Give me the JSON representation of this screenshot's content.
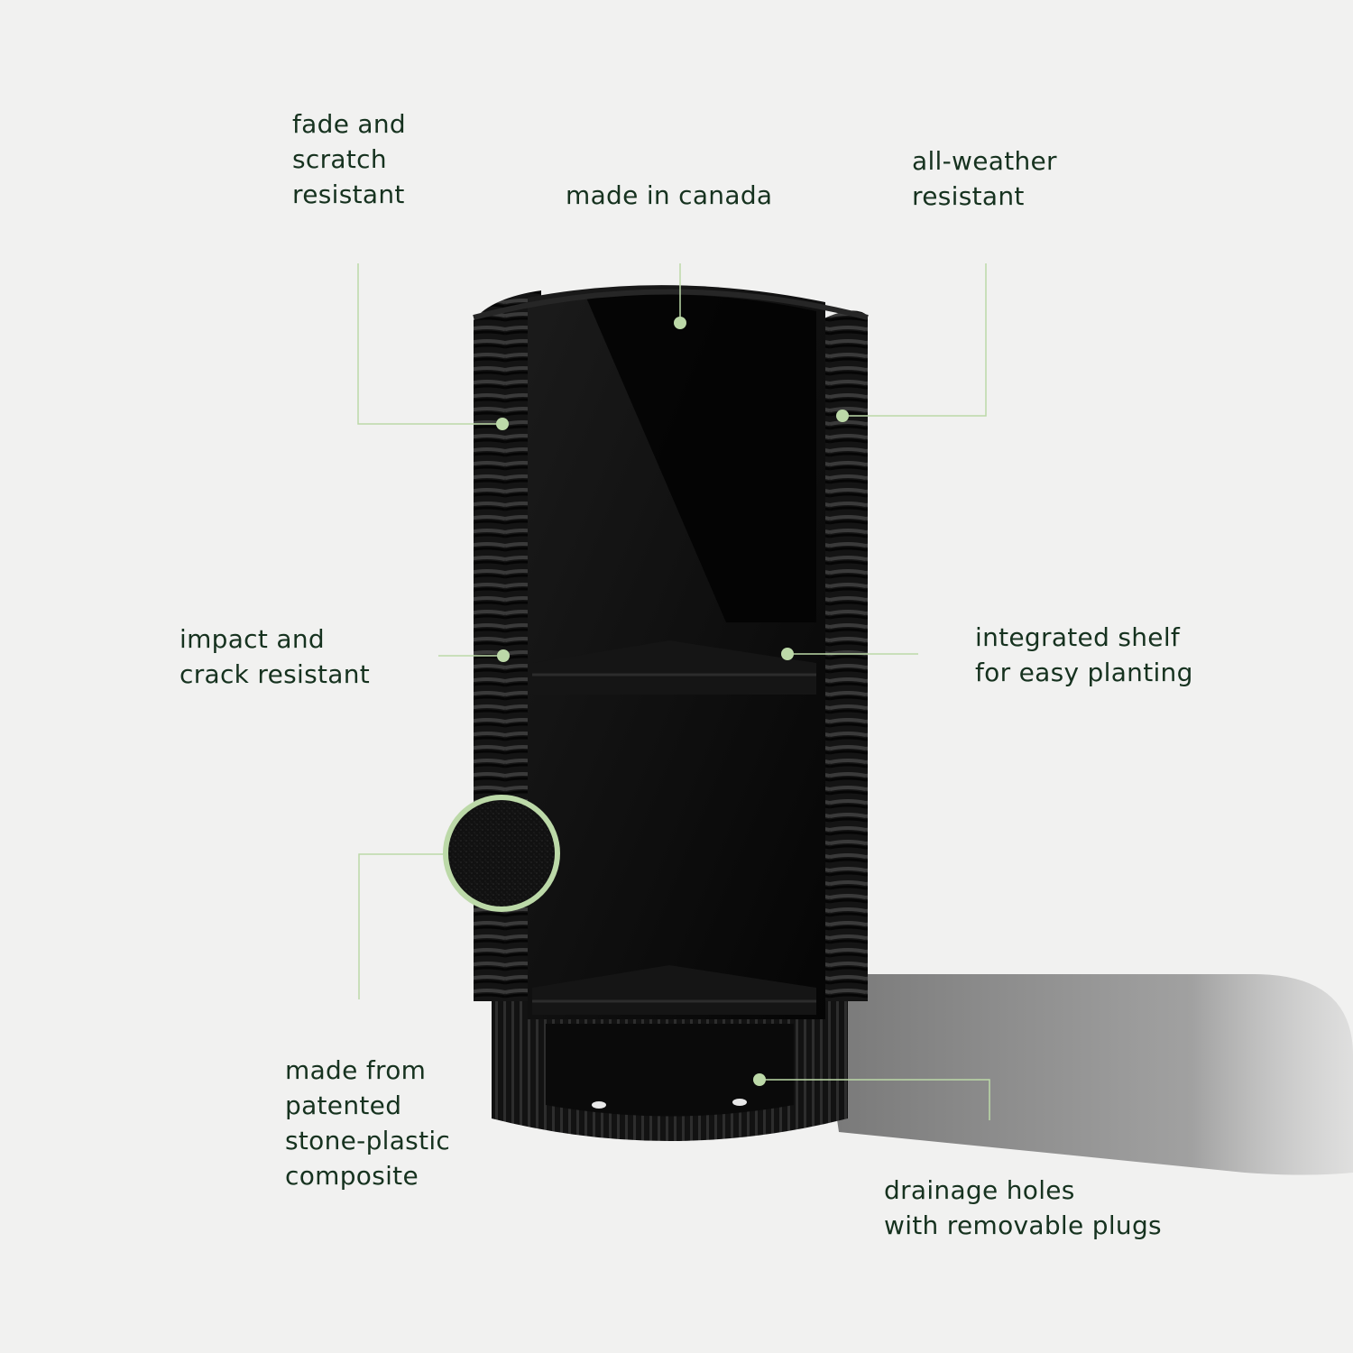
{
  "colors": {
    "background": "#f1f1f0",
    "text": "#16321f",
    "accent": "#bcd9a8",
    "planter": "#0d0d0d"
  },
  "product": {
    "name": "cutaway-black-ribbed-cylinder-planter"
  },
  "callouts": [
    {
      "id": "fade",
      "lines": [
        "fade and",
        "scratch",
        "resistant"
      ]
    },
    {
      "id": "canada",
      "lines": [
        "made in canada"
      ]
    },
    {
      "id": "weather",
      "lines": [
        "all-weather",
        "resistant"
      ]
    },
    {
      "id": "impact",
      "lines": [
        "impact and",
        "crack resistant"
      ]
    },
    {
      "id": "shelf",
      "lines": [
        "integrated shelf",
        "for easy planting"
      ]
    },
    {
      "id": "material",
      "lines": [
        "made from",
        "patented",
        "stone-plastic",
        "composite"
      ]
    },
    {
      "id": "drainage",
      "lines": [
        "drainage holes",
        "with removable plugs"
      ]
    }
  ]
}
